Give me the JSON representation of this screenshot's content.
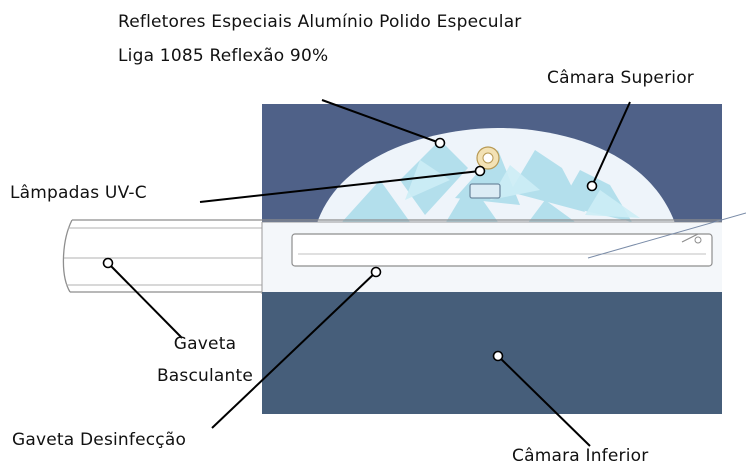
{
  "labels": {
    "reflectors_line1": "Refletores Especiais Alumínio Polido Especular",
    "reflectors_line2": "Liga 1085 Reflexão  90%",
    "upper_chamber": "Câmara Superior",
    "lamps": "Lâmpadas UV-C",
    "tilting_drawer_line1": "Gaveta",
    "tilting_drawer_line2": "Basculante",
    "disinfection_drawer": "Gaveta Desinfecção",
    "lower_chamber": "Câmara Inferior"
  },
  "colors": {
    "upper_chamber": "#4f6188",
    "lower_chamber": "#465e7a",
    "reflector_dome": "#eef4fa",
    "uv_light": "#a9dcea",
    "outline": "#8e8e8e",
    "leader_line": "#000000"
  }
}
